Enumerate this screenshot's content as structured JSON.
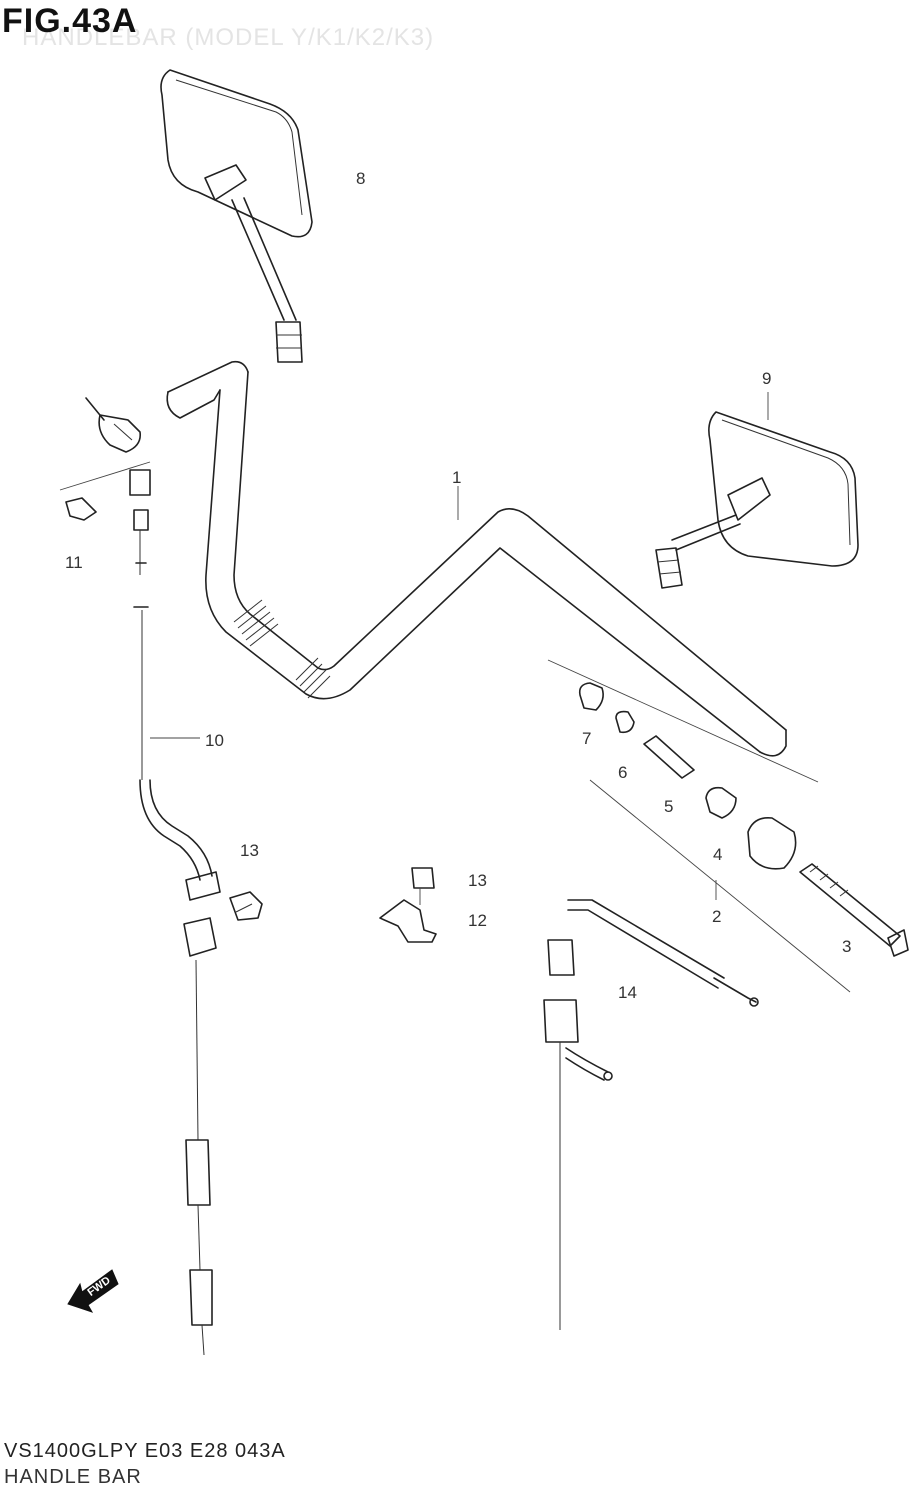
{
  "figure": {
    "title": "FIG.43A",
    "subtitle": "HANDLEBAR (MODEL Y/K1/K2/K3)"
  },
  "footer": {
    "code": "VS1400GLPY E03 E28 043A",
    "name": "HANDLE BAR"
  },
  "fwd_indicator": {
    "label": "FWD",
    "icon": "fwd-arrow-icon"
  },
  "callouts": [
    {
      "id": "c1",
      "label": "1"
    },
    {
      "id": "c2",
      "label": "2"
    },
    {
      "id": "c3",
      "label": "3"
    },
    {
      "id": "c4",
      "label": "4"
    },
    {
      "id": "c5",
      "label": "5"
    },
    {
      "id": "c6",
      "label": "6"
    },
    {
      "id": "c7",
      "label": "7"
    },
    {
      "id": "c8",
      "label": "8"
    },
    {
      "id": "c9",
      "label": "9"
    },
    {
      "id": "c10",
      "label": "10"
    },
    {
      "id": "c11",
      "label": "11"
    },
    {
      "id": "c12",
      "label": "12"
    },
    {
      "id": "c13a",
      "label": "13"
    },
    {
      "id": "c13b",
      "label": "13"
    },
    {
      "id": "c14",
      "label": "14"
    }
  ]
}
